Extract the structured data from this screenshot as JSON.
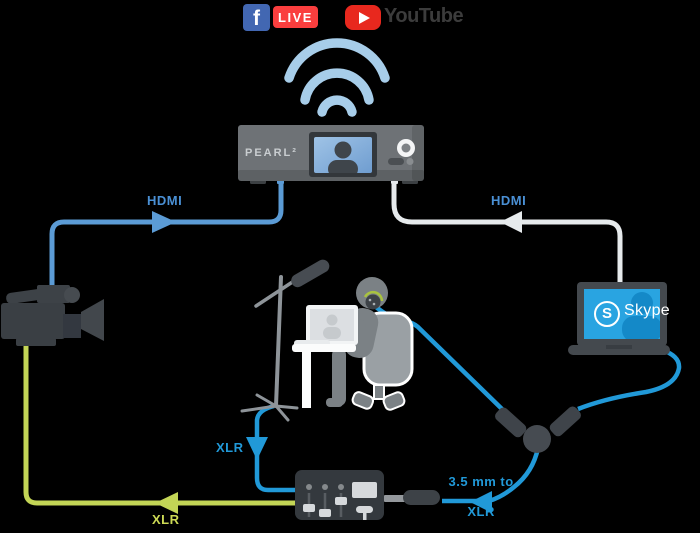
{
  "platforms": {
    "facebook_icon_letter": "f",
    "facebook_live_label": "LIVE",
    "youtube_label": "YouTube"
  },
  "pearl": {
    "brand": "PEARL²"
  },
  "skype": {
    "logo_letter": "S",
    "label": "Skype"
  },
  "cable_labels": {
    "hdmi_camera": "HDMI",
    "hdmi_skype": "HDMI",
    "xlr_mic": "XLR",
    "xlr_mixer_camera": "XLR",
    "adapter_line1": "3.5 mm to",
    "adapter_line2": "XLR"
  },
  "colors": {
    "wifi_blue": "#a7cde9",
    "hdmi_cable_blue": "#5b9bd5",
    "hdmi_label_blue": "#4a90d5",
    "hdmi_cable_white": "#e6eaec",
    "audio_cable_blue": "#2199d8",
    "xlr_cable_yellow": "#c3d556",
    "xlr_label_yellow": "#cdda55",
    "facebook_blue": "#4267b2",
    "live_red": "#fa3e3e",
    "youtube_red": "#e8281e",
    "skype_screen_blue": "#29a4e1"
  }
}
